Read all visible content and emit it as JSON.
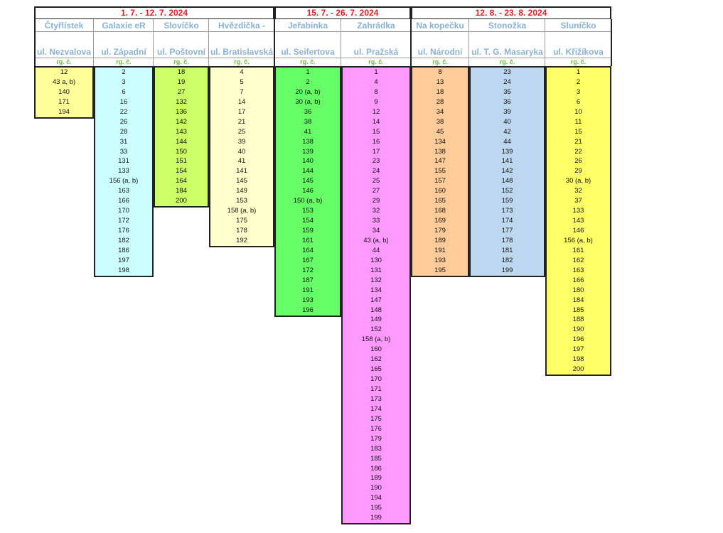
{
  "periods": [
    {
      "label": "1. 7. - 12. 7. 2024"
    },
    {
      "label": "15. 7. - 26. 7. 2024"
    },
    {
      "label": "12. 8. - 23. 8. 2024"
    }
  ],
  "columns": [
    {
      "name": "Čtyřlístek",
      "street": "ul. Nezvalova",
      "rg": "rg. č.",
      "color": "#ffff99",
      "values": [
        "12",
        "43 a, b)",
        "140",
        "171",
        "194"
      ]
    },
    {
      "name": "Galaxie eR",
      "street": "ul. Západní",
      "rg": "rg. č.",
      "color": "#ccffff",
      "values": [
        "2",
        "3",
        "6",
        "16",
        "22",
        "26",
        "28",
        "31",
        "33",
        "131",
        "133",
        "156 (a, b)",
        "163",
        "166",
        "170",
        "172",
        "176",
        "182",
        "186",
        "197",
        "198"
      ]
    },
    {
      "name": "Slovíčko",
      "street": "ul. Poštovní",
      "rg": "rg. č.",
      "color": "#ccff66",
      "values": [
        "18",
        "19",
        "27",
        "132",
        "136",
        "142",
        "143",
        "144",
        "150",
        "151",
        "154",
        "164",
        "184",
        "200"
      ]
    },
    {
      "name": "Hvězdička -",
      "street": "ul. Bratislavská",
      "rg": "rg. č.",
      "color": "#ffffcc",
      "values": [
        "4",
        "5",
        "7",
        "14",
        "17",
        "21",
        "25",
        "39",
        "40",
        "41",
        "141",
        "145",
        "149",
        "153",
        "158 (a, b)",
        "175",
        "178",
        "192"
      ]
    },
    {
      "name": "Jeřabinka",
      "street": "ul. Seifertova",
      "rg": "rg. č.",
      "color": "#66ff66",
      "values": [
        "1",
        "2",
        "20 (a, b)",
        "30 (a, b)",
        "36",
        "38",
        "41",
        "138",
        "139",
        "140",
        "144",
        "145",
        "146",
        "150 (a, b)",
        "153",
        "154",
        "159",
        "161",
        "164",
        "167",
        "172",
        "187",
        "191",
        "193",
        "196"
      ]
    },
    {
      "name": "Zahrádka",
      "street": "ul. Pražská",
      "rg": "rg. č.",
      "color": "#ff99ff",
      "values": [
        "1",
        "4",
        "8",
        "9",
        "12",
        "14",
        "15",
        "16",
        "17",
        "23",
        "24",
        "25",
        "27",
        "29",
        "32",
        "33",
        "34",
        "43 (a, b)",
        "44",
        "130",
        "131",
        "132",
        "134",
        "147",
        "148",
        "149",
        "152",
        "158 (a, b)",
        "160",
        "162",
        "165",
        "170",
        "171",
        "173",
        "174",
        "175",
        "176",
        "179",
        "183",
        "185",
        "186",
        "189",
        "190",
        "194",
        "195",
        "199"
      ]
    },
    {
      "name": "Na kopečku",
      "street": "ul. Národní",
      "rg": "rg. č.",
      "color": "#ffcc99",
      "values": [
        "8",
        "13",
        "18",
        "28",
        "34",
        "38",
        "45",
        "134",
        "138",
        "147",
        "155",
        "157",
        "160",
        "165",
        "168",
        "169",
        "179",
        "189",
        "191",
        "193",
        "195"
      ]
    },
    {
      "name": "Stonožka",
      "street": "ul. T. G. Masaryka",
      "rg": "rg. č.",
      "color": "#bdd7ee",
      "values": [
        "23",
        "24",
        "35",
        "36",
        "39",
        "40",
        "42",
        "44",
        "139",
        "141",
        "142",
        "148",
        "152",
        "159",
        "173",
        "174",
        "177",
        "178",
        "181",
        "182",
        "199"
      ]
    },
    {
      "name": "Sluníčko",
      "street": "ul. Křižíkova",
      "rg": "rg. č.",
      "color": "#ffff66",
      "values": [
        "1",
        "2",
        "3",
        "6",
        "10",
        "11",
        "15",
        "21",
        "22",
        "26",
        "29",
        "30 (a, b)",
        "32",
        "37",
        "133",
        "143",
        "146",
        "156 (a, b)",
        "161",
        "162",
        "163",
        "166",
        "180",
        "184",
        "185",
        "188",
        "190",
        "196",
        "197",
        "198",
        "200"
      ]
    }
  ]
}
